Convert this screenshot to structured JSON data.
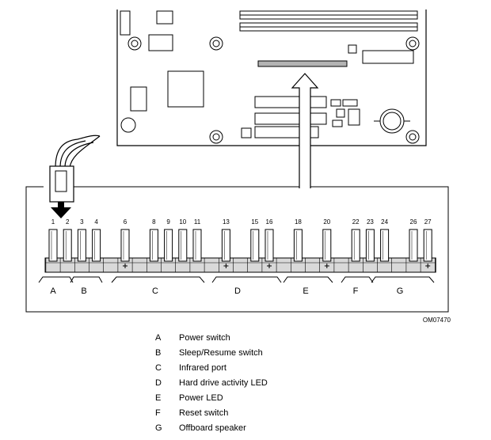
{
  "pins": [
    {
      "num": "1",
      "plus": false
    },
    {
      "num": "2",
      "plus": false
    },
    {
      "num": "3",
      "plus": false
    },
    {
      "num": "4",
      "plus": false
    },
    {
      "num": "",
      "plus": false
    },
    {
      "num": "6",
      "plus": true
    },
    {
      "num": "",
      "plus": false
    },
    {
      "num": "8",
      "plus": false
    },
    {
      "num": "9",
      "plus": false
    },
    {
      "num": "10",
      "plus": false
    },
    {
      "num": "11",
      "plus": false
    },
    {
      "num": "",
      "plus": false
    },
    {
      "num": "13",
      "plus": true
    },
    {
      "num": "",
      "plus": false
    },
    {
      "num": "15",
      "plus": false
    },
    {
      "num": "16",
      "plus": true
    },
    {
      "num": "",
      "plus": false
    },
    {
      "num": "18",
      "plus": false
    },
    {
      "num": "",
      "plus": false
    },
    {
      "num": "20",
      "plus": true
    },
    {
      "num": "",
      "plus": false
    },
    {
      "num": "22",
      "plus": false
    },
    {
      "num": "23",
      "plus": false
    },
    {
      "num": "24",
      "plus": false
    },
    {
      "num": "",
      "plus": false
    },
    {
      "num": "26",
      "plus": false
    },
    {
      "num": "27",
      "plus": true
    }
  ],
  "group_labels": [
    "A",
    "B",
    "C",
    "D",
    "E",
    "F",
    "G"
  ],
  "figure_code": "OM07470",
  "legend": [
    {
      "letter": "A",
      "text": "Power switch"
    },
    {
      "letter": "B",
      "text": "Sleep/Resume switch"
    },
    {
      "letter": "C",
      "text": "Infrared port"
    },
    {
      "letter": "D",
      "text": "Hard drive activity LED"
    },
    {
      "letter": "E",
      "text": "Power LED"
    },
    {
      "letter": "F",
      "text": "Reset switch"
    },
    {
      "letter": "G",
      "text": "Offboard speaker"
    }
  ]
}
